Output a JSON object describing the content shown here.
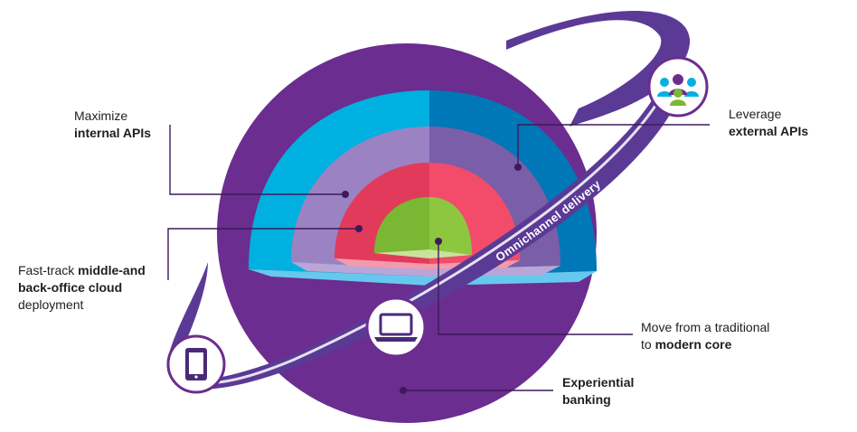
{
  "ring_label": "Omnichannel delivery",
  "labels": {
    "internal_apis": {
      "line1": "Maximize",
      "bold": "internal APIs"
    },
    "external_apis": {
      "line1": "Leverage",
      "bold": "external APIs"
    },
    "cloud": {
      "prefix": "Fast-track ",
      "bold1": "middle-and",
      "bold2": "back-office cloud",
      "line3": "deployment"
    },
    "core": {
      "line1": "Move from a traditional",
      "prefix": "to ",
      "bold": "modern core"
    },
    "experiential": {
      "bold1": "Experiential",
      "bold2": "banking"
    }
  },
  "icons": {
    "people": "people-group-icon",
    "laptop": "laptop-icon",
    "tablet": "tablet-icon"
  },
  "colors": {
    "planet": "#6b2d8f",
    "ring": "#5b3a96",
    "outer_layer": "#00b0e0",
    "outer_layer_dark": "#0077b6",
    "second_layer": "#9b82c3",
    "second_layer_dark": "#7b5ea8",
    "third_layer": "#e8395b",
    "third_layer_dark": "#c8284a",
    "core": "#7ab733",
    "core_light": "#8dc63f",
    "connector": "#3d1a5c"
  }
}
